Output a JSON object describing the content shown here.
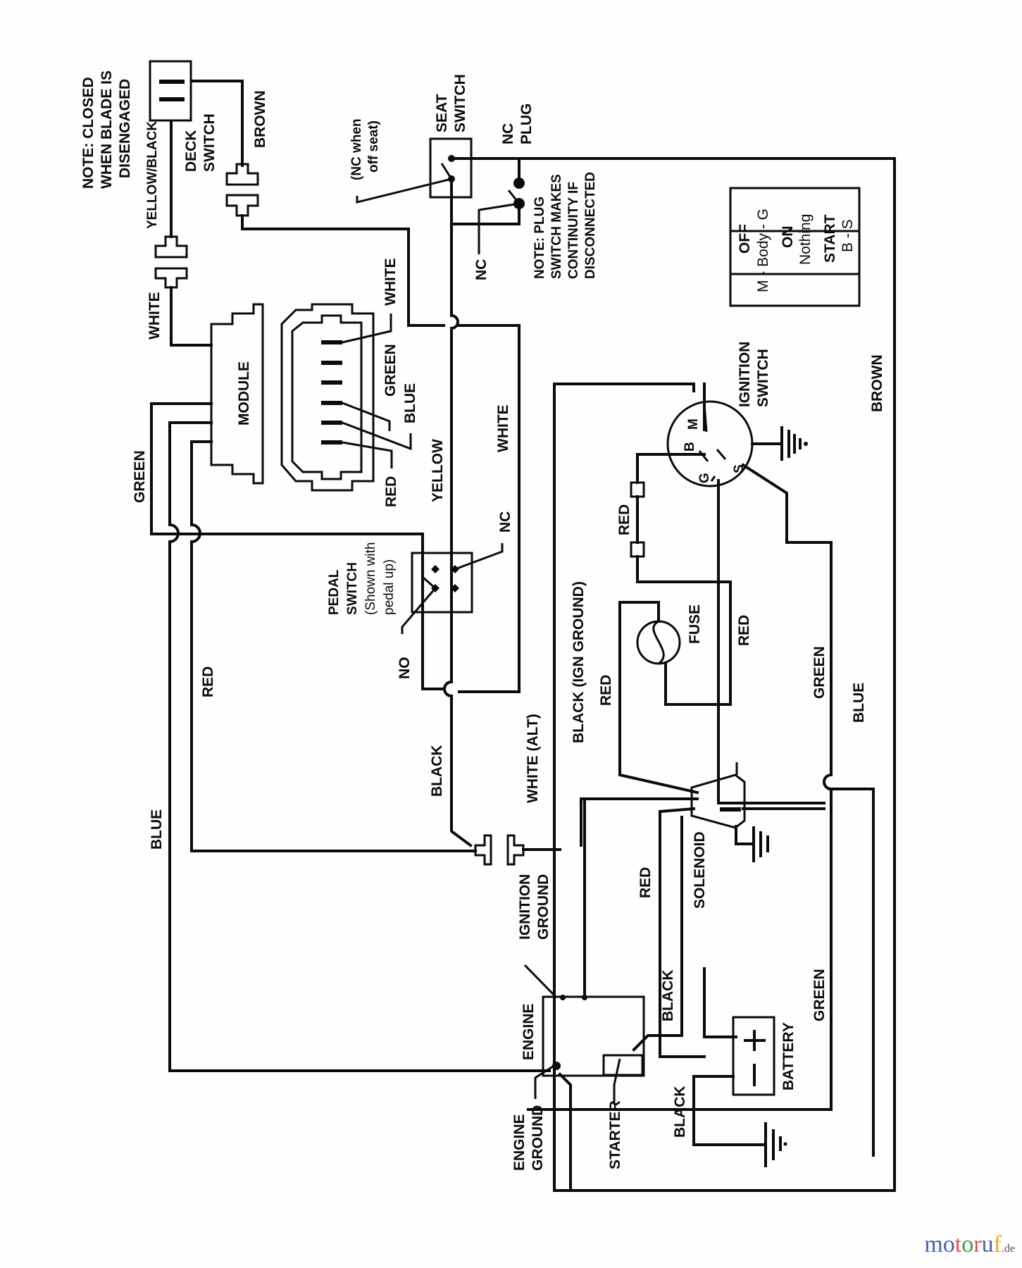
{
  "diagram": {
    "title": "Lawn tractor wiring schematic",
    "notes": {
      "deck": [
        "NOTE: CLOSED",
        "WHEN BLADE IS",
        "DISENGAGED"
      ],
      "plug": [
        "NOTE:  PLUG",
        "SWITCH MAKES",
        "CONTINUITY IF",
        "DISCONNECTED"
      ],
      "seat": [
        "(NC when",
        "off seat)"
      ]
    },
    "components": {
      "deck_switch": [
        "DECK",
        "SWITCH"
      ],
      "seat_switch": [
        "SEAT",
        "SWITCH"
      ],
      "nc_plug": [
        "NC",
        "PLUG"
      ],
      "module": "MODULE",
      "pedal_switch": [
        "PEDAL",
        "SWITCH",
        "(Shown with",
        "pedal up)"
      ],
      "ignition_switch": [
        "IGNITION",
        "SWITCH"
      ],
      "ignition_terminals": {
        "m": "M",
        "b": "B",
        "s": "S",
        "g": "G"
      },
      "fuse": "FUSE",
      "solenoid": "SOLENOID",
      "engine": "ENGINE",
      "engine_ground": [
        "ENGINE",
        "GROUND"
      ],
      "ignition_ground": [
        "IGNITION",
        "GROUND"
      ],
      "starter": "STARTER",
      "battery": "BATTERY",
      "battery_plus": "+",
      "battery_minus": "–"
    },
    "contact_labels": {
      "nc_seat_plug": "NC",
      "nc_pedal": "NC",
      "no_pedal": "NO"
    },
    "key_table": [
      {
        "position": "OFF",
        "connection": "M - Body - G"
      },
      {
        "position": "ON",
        "connection": "Nothing"
      },
      {
        "position": "START",
        "connection": "B - S"
      }
    ],
    "wire_labels": {
      "yellow_black": "YELLOW/BLACK",
      "brown_deck": "BROWN",
      "white_module": "WHITE",
      "white_conn": "WHITE",
      "green_conn": "GREEN",
      "blue_conn": "BLUE",
      "red_conn": "RED",
      "green_left": "GREEN",
      "yellow": "YELLOW",
      "white_mid": "WHITE",
      "red_left": "RED",
      "blue_left": "BLUE",
      "black_pedal": "BLACK",
      "white_alt": "WHITE (ALT)",
      "black_ign": "BLACK (IGN GROUND)",
      "red_fuse_left": "RED",
      "red_fuse_right": "RED",
      "red_ign": "RED",
      "green_right": "GREEN",
      "blue_right": "BLUE",
      "brown_right": "BROWN",
      "red_solenoid": "RED",
      "black_starter": "BLACK",
      "green_bottom": "GREEN",
      "black_battery": "BLACK"
    },
    "watermark": {
      "main": [
        "m",
        "o",
        "t",
        "o",
        "r",
        "u",
        "f"
      ],
      "suffix": ".de",
      "colors": [
        "#4a5fa8",
        "#4a5fa8",
        "#e0524f",
        "#3a9a45",
        "#e0524f",
        "#4a5fa8",
        "#e8b020"
      ]
    }
  }
}
